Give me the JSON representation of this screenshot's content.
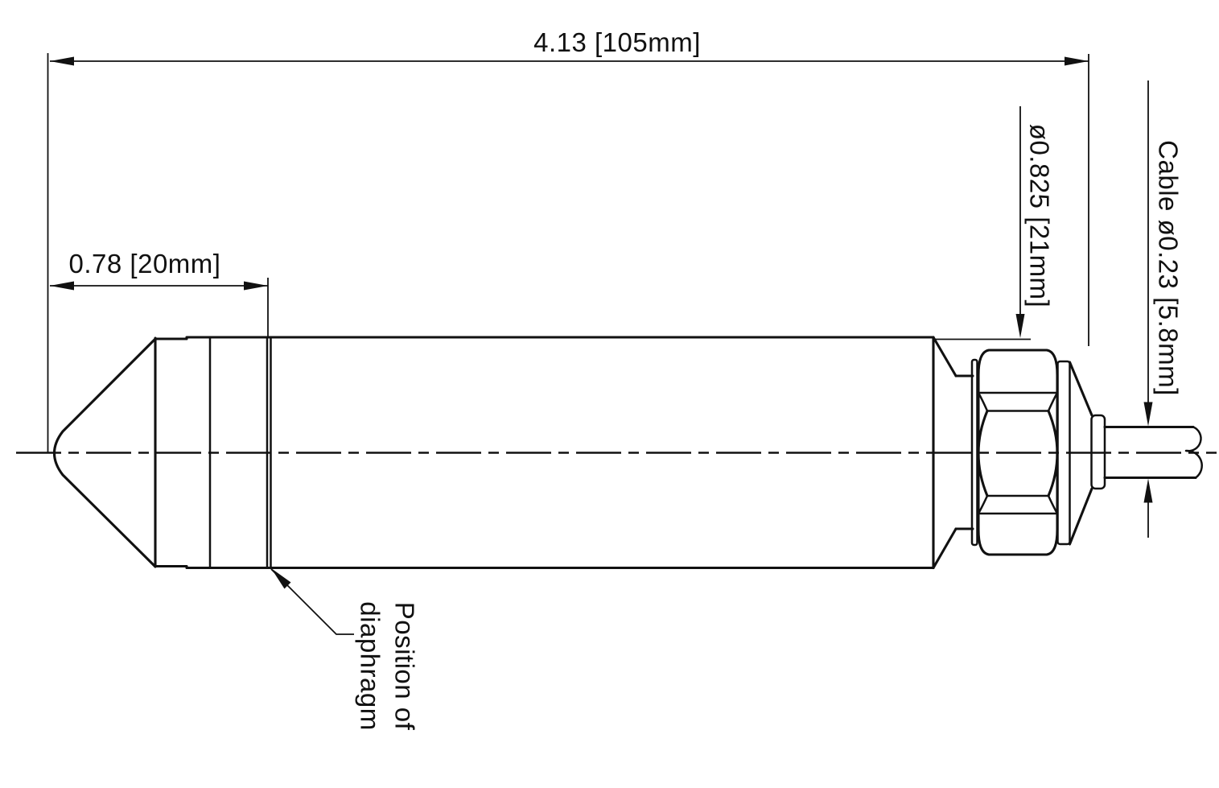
{
  "meta": {
    "drawing_type": "sensor probe outline drawing",
    "background_color": "#ffffff",
    "line_color": "#111111"
  },
  "dimensions": {
    "overall_length": "4.13 [105mm]",
    "nose_length": "0.78 [20mm]",
    "housing_diameter": "ø0.825 [21mm]",
    "cable_diameter": "Cable ø0.23 [5.8mm]"
  },
  "annotations": {
    "diaphragm_line1": "Position of",
    "diaphragm_line2": "diaphragm"
  }
}
